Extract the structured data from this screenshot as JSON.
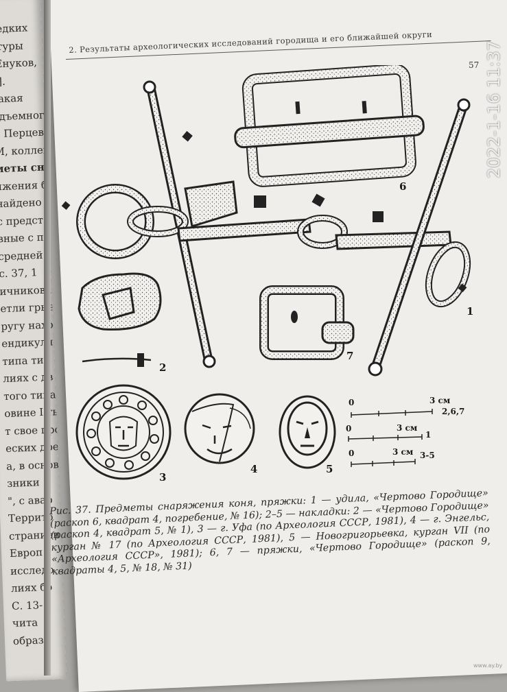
{
  "left_page_lines": [
    "редких",
    "ктуры",
    "[Енуков,",
    "8].",
    "такая",
    "одъемного",
    "и Перцев",
    "М, коллек",
    "меты снаря",
    "яжения бо",
    "найдено",
    "с представ",
    "вные с пр",
    "средней",
    "с. 37, 1",
    "ичникова,",
    "етли грыз",
    "ругу нахо",
    "ендикуляр",
    "типа тип",
    "лиях с дв",
    "того типа",
    "овине I ты",
    "т свое про",
    "еских древ",
    "а, в основ",
    "зники",
    "\", с авар",
    "Террито",
    "страниен",
    "Европ",
    "исследо",
    "лиях бо",
    "С. 13-",
    "чита",
    "образ"
  ],
  "running_header": "2. Результаты археологических исследований городища и его ближайшей округи",
  "page_number": "57",
  "timestamp_overlay": "2022-1-16 11:37",
  "figure": {
    "labels": {
      "item1": "1",
      "item2": "2",
      "item3": "3",
      "item4": "4",
      "item5": "5",
      "item6": "6",
      "item7": "7"
    },
    "scales": [
      {
        "zero": "0",
        "length": "3 см",
        "items": "2,6,7"
      },
      {
        "zero": "0",
        "length": "3 см",
        "items": "1"
      },
      {
        "zero": "0",
        "length": "3 см",
        "items": "3-5"
      }
    ]
  },
  "caption": {
    "parts": [
      "Рис. 37. Предметы снаряжения коня, пряжки: 1 — удила, «Чертово Городище» (раскоп 6, квадрат 4, погребение, № 16); 2–5 — накладки: 2 — «Чертово Городище» (раскоп 4, квадрат 5, № 1), 3 — г. Уфа (по Археология СССР, 1981), 4 — г. Энгельс, курган № 17 (по Археология СССР, 1981), 5 — Новогригорьевка, курган VII (по «Археология СССР», 1981); 6, 7 — пряжки, «Чертово Городище» (раскоп 9, квадраты 4, 5, № 18, № 31)"
    ]
  },
  "watermark": "www.ay.by",
  "colors": {
    "paper": "#efeeeb",
    "ink": "#1b1a19",
    "background": "#a9a7a4"
  }
}
